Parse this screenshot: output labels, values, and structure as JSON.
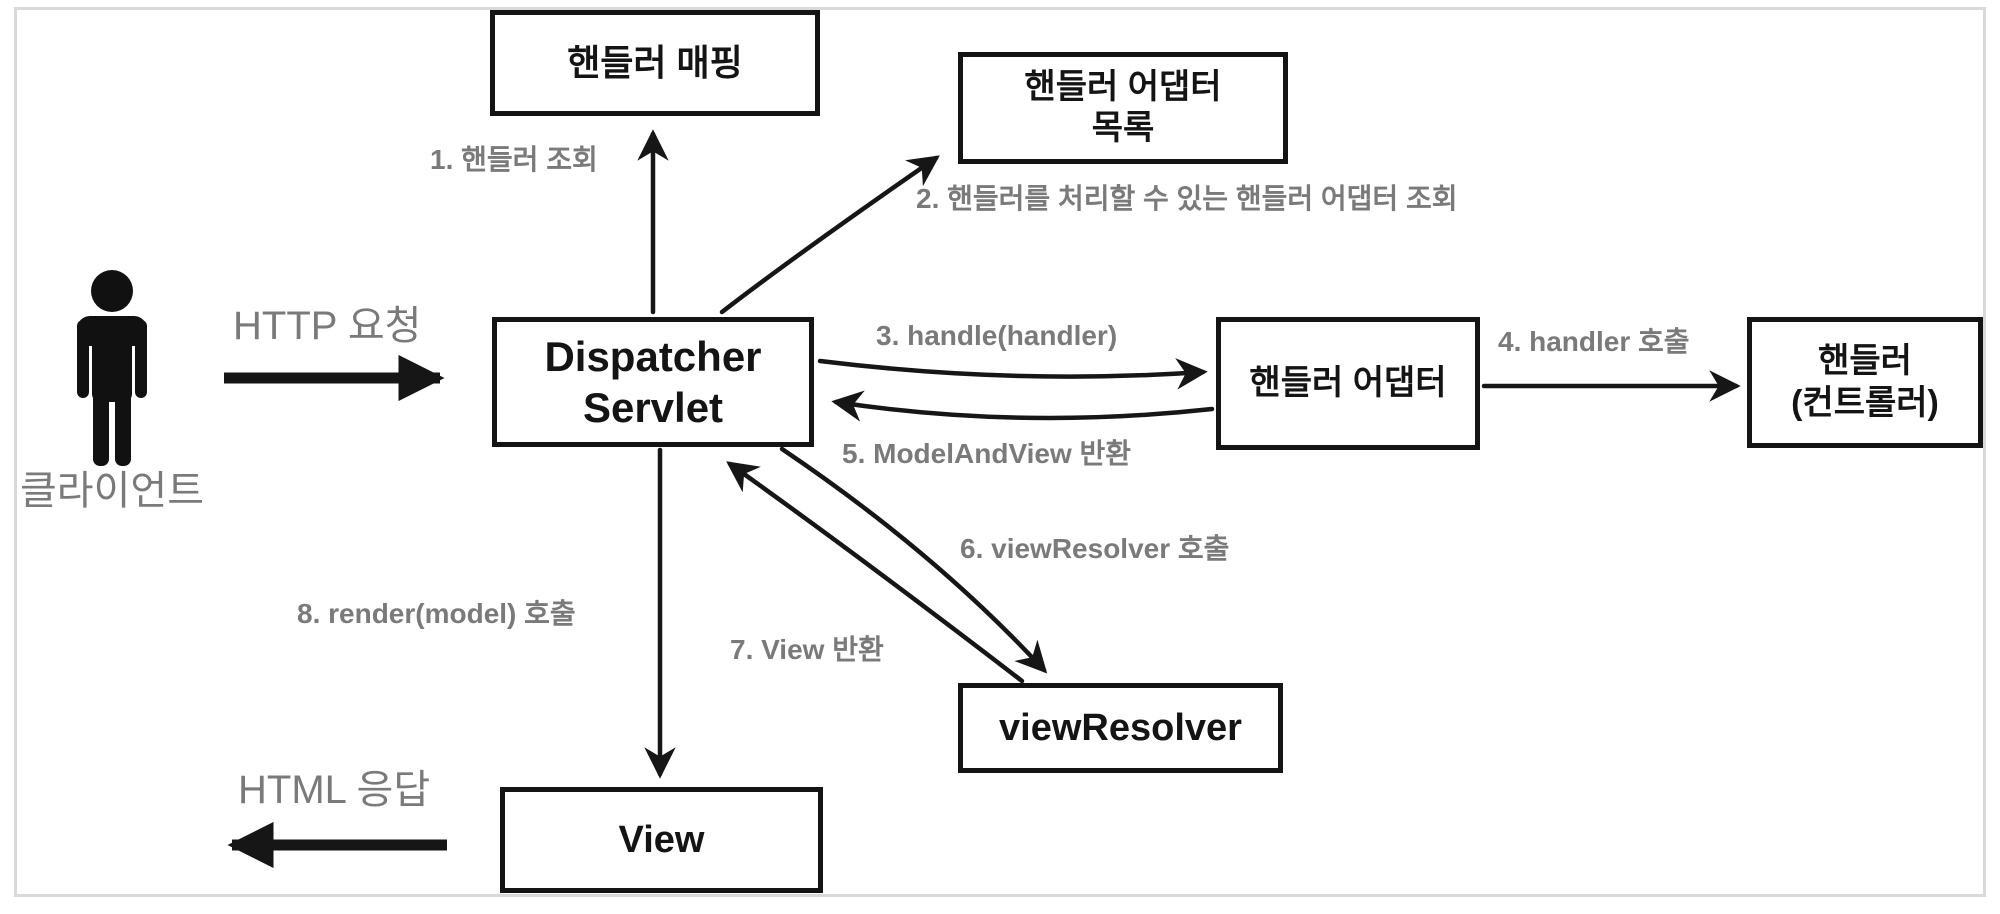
{
  "diagram": {
    "client": {
      "label": "클라이언트",
      "request_label": "HTTP 요청",
      "response_label": "HTML 응답"
    },
    "nodes": {
      "handler_mapping": {
        "label": "핸들러 매핑"
      },
      "handler_adapter_list": {
        "line1": "핸들러 어댑터",
        "line2": "목록"
      },
      "dispatcher_servlet": {
        "line1": "Dispatcher",
        "line2": "Servlet"
      },
      "handler_adapter": {
        "label": "핸들러 어댑터"
      },
      "handler_controller": {
        "line1": "핸들러",
        "line2": "(컨트롤러)"
      },
      "view_resolver": {
        "label": "viewResolver"
      },
      "view": {
        "label": "View"
      }
    },
    "steps": {
      "s1": "1. 핸들러 조회",
      "s2": "2. 핸들러를 처리할 수 있는 핸들러 어댑터 조회",
      "s3": "3. handle(handler)",
      "s4": "4. handler 호출",
      "s5": "5. ModelAndView 반환",
      "s6": "6. viewResolver 호출",
      "s7": "7. View 반환",
      "s8": "8. render(model) 호출"
    },
    "colors": {
      "box_border": "#141414",
      "arrow": "#161616",
      "label_gray": "#7a7a7a",
      "frame_gray": "#d9d9d9",
      "background": "#ffffff"
    }
  }
}
